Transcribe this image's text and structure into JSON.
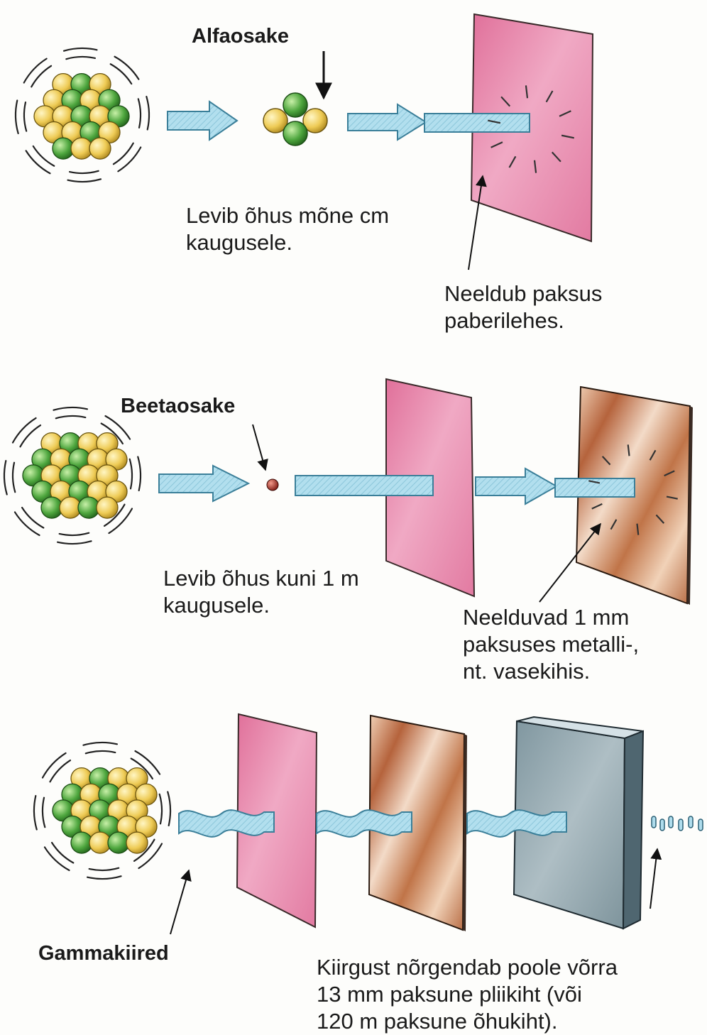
{
  "sections": [
    {
      "id": "alpha",
      "particle_label": "Alfaosake",
      "travel_caption": "Levib õhus mõne cm\nkaugusele.",
      "absorb_caption": "Neeldub paksus\npaberilehes."
    },
    {
      "id": "beta",
      "particle_label": "Beetaosake",
      "travel_caption": "Levib õhus kuni 1 m\nkaugusele.",
      "absorb_caption": "Neelduvad 1 mm\npaksuses metalli-,\nnt. vasekihis."
    },
    {
      "id": "gamma",
      "particle_label": "Gammakiired",
      "absorb_caption": "Kiirgust nõrgendab poole võrra\n13 mm paksune pliikiht (või\n120 m paksune õhukiht)."
    }
  ],
  "colors": {
    "beam": "#aedcec",
    "beam_stroke": "#3b7f99",
    "paper": "#e88aaa",
    "metal": "#b9764e",
    "lead": "#8aa0aa",
    "proton": "#f2d46a",
    "neutron": "#58b14a"
  }
}
